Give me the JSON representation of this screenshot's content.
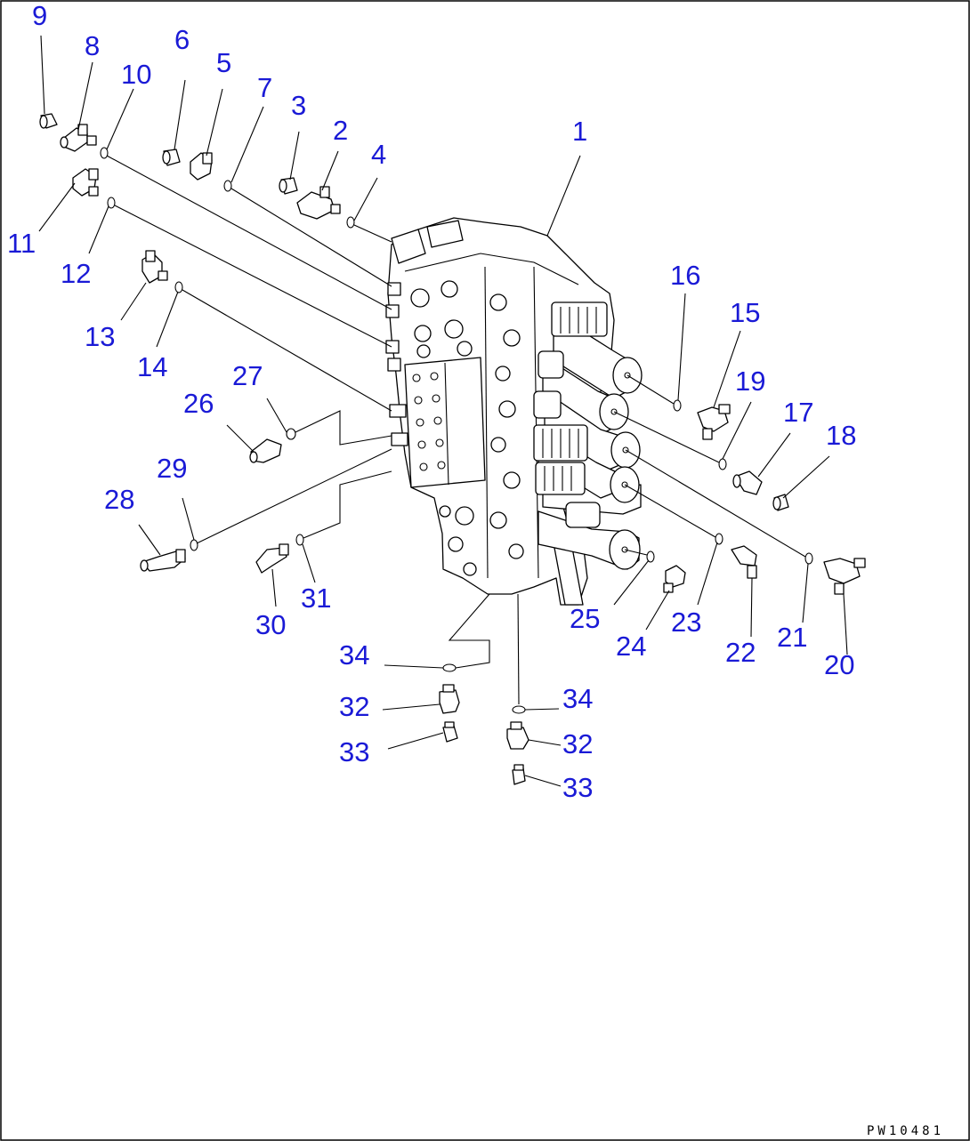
{
  "drawing_code": "PW10481",
  "callouts": [
    "1",
    "2",
    "3",
    "4",
    "5",
    "6",
    "7",
    "8",
    "9",
    "10",
    "11",
    "12",
    "13",
    "14",
    "15",
    "16",
    "17",
    "18",
    "19",
    "20",
    "21",
    "22",
    "23",
    "24",
    "25",
    "26",
    "27",
    "28",
    "29",
    "30",
    "31",
    "32",
    "32",
    "33",
    "33",
    "34",
    "34"
  ]
}
